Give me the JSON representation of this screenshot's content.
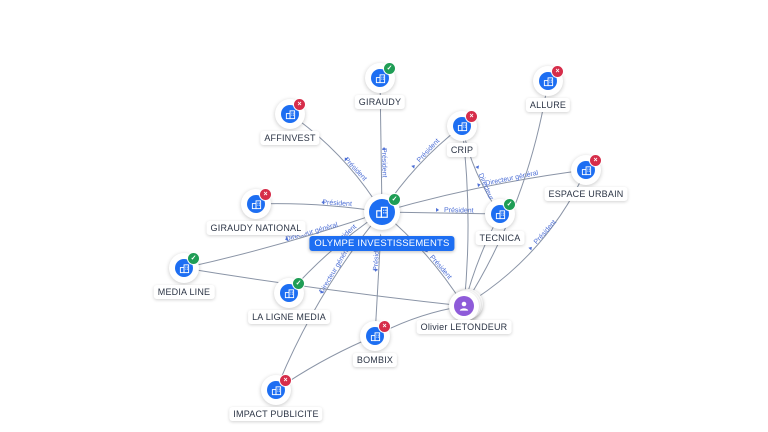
{
  "center": {
    "name": "OLYMPE INVESTISSEMENTS",
    "status": "ok",
    "icon": "company-icon"
  },
  "person": {
    "name": "Olivier LETONDEUR",
    "icon": "person-icon"
  },
  "companies": [
    {
      "id": "giraudy",
      "name": "GIRAUDY",
      "status": "ok"
    },
    {
      "id": "affinvest",
      "name": "AFFINVEST",
      "status": "ko"
    },
    {
      "id": "crip",
      "name": "CRIP",
      "status": "ko"
    },
    {
      "id": "allure",
      "name": "ALLURE",
      "status": "ko"
    },
    {
      "id": "espace_urbain",
      "name": "ESPACE URBAIN",
      "status": "ko"
    },
    {
      "id": "tecnica",
      "name": "TECNICA",
      "status": "ok"
    },
    {
      "id": "giraudy_national",
      "name": "GIRAUDY NATIONAL",
      "status": "ko"
    },
    {
      "id": "media_line",
      "name": "MEDIA LINE",
      "status": "ok"
    },
    {
      "id": "la_ligne_media",
      "name": "LA LIGNE MEDIA",
      "status": "ok"
    },
    {
      "id": "bombix",
      "name": "BOMBIX",
      "status": "ko"
    },
    {
      "id": "impact_publicite",
      "name": "IMPACT PUBLICITE",
      "status": "ko"
    }
  ],
  "edges": [
    {
      "from": "center",
      "to": "giraudy",
      "label": "Président"
    },
    {
      "from": "center",
      "to": "affinvest",
      "label": "Président"
    },
    {
      "from": "center",
      "to": "crip",
      "label": "Président"
    },
    {
      "from": "center",
      "to": "giraudy_national",
      "label": "Président"
    },
    {
      "from": "center",
      "to": "espace_urbain",
      "label": "Directeur général"
    },
    {
      "from": "center",
      "to": "tecnica",
      "label": "Président"
    },
    {
      "from": "center",
      "to": "media_line",
      "label": "Directeur général"
    },
    {
      "from": "center",
      "to": "la_ligne_media",
      "label": "Président"
    },
    {
      "from": "center",
      "to": "bombix",
      "label": "Président"
    },
    {
      "from": "center",
      "to": "impact_publicite",
      "label": "Directeur général"
    },
    {
      "from": "center",
      "to": "person",
      "label": "Président"
    },
    {
      "from": "crip",
      "to": "tecnica",
      "label": "Directeur général"
    },
    {
      "from": "person",
      "to": "allure",
      "label": ""
    },
    {
      "from": "person",
      "to": "espace_urbain",
      "label": "Président"
    },
    {
      "from": "person",
      "to": "tecnica",
      "label": ""
    },
    {
      "from": "person",
      "to": "crip",
      "label": ""
    },
    {
      "from": "person",
      "to": "media_line",
      "label": ""
    },
    {
      "from": "person",
      "to": "bombix",
      "label": ""
    },
    {
      "from": "bombix",
      "to": "impact_publicite",
      "label": ""
    }
  ]
}
